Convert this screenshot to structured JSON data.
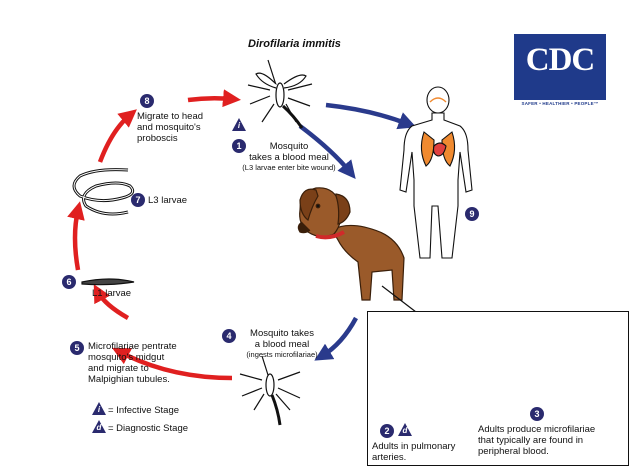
{
  "title": "Dirofilaria immitis",
  "logo": {
    "text": "CDC",
    "tagline": "SAFER • HEALTHIER • PEOPLE™",
    "color": "#1f3a8a"
  },
  "stages": {
    "s1": {
      "num": "1",
      "line1": "Mosquito",
      "line2": "takes a blood meal",
      "note": "(L3 larvae enter bite wound)"
    },
    "s2": {
      "num": "2",
      "diag": "d",
      "line1": "Adults in pulmonary",
      "line2": "arteries."
    },
    "s3": {
      "num": "3",
      "line1": "Adults produce microfilariae",
      "line2": "that typically are found in",
      "line3": "peripheral blood."
    },
    "s4": {
      "num": "4",
      "line1": "Mosquito takes",
      "line2": "a blood meal",
      "note": "(ingests microfilariae)"
    },
    "s5": {
      "num": "5",
      "line1": "Microfilariae pentrate",
      "line2": "mosquito's midgut",
      "line3": "and migrate to",
      "line4": "Malpighian tubules."
    },
    "s6": {
      "num": "6",
      "label": "L1 larvae"
    },
    "s7": {
      "num": "7",
      "label": "L3 larvae"
    },
    "s8": {
      "num": "8",
      "line1": "Migrate to head",
      "line2": "and mosquito's",
      "line3": "proboscis"
    },
    "s9": {
      "num": "9"
    }
  },
  "legend": {
    "infective_symbol": "i",
    "infective_text": "= Infective Stage",
    "diagnostic_symbol": "d",
    "diagnostic_text": "= Diagnostic Stage"
  },
  "colors": {
    "red_arrow": "#e02020",
    "blue_arrow": "#2a3a8c",
    "badge": "#2a2a6e",
    "dog": "#9a5a2a",
    "lungs": "#f08a30"
  }
}
